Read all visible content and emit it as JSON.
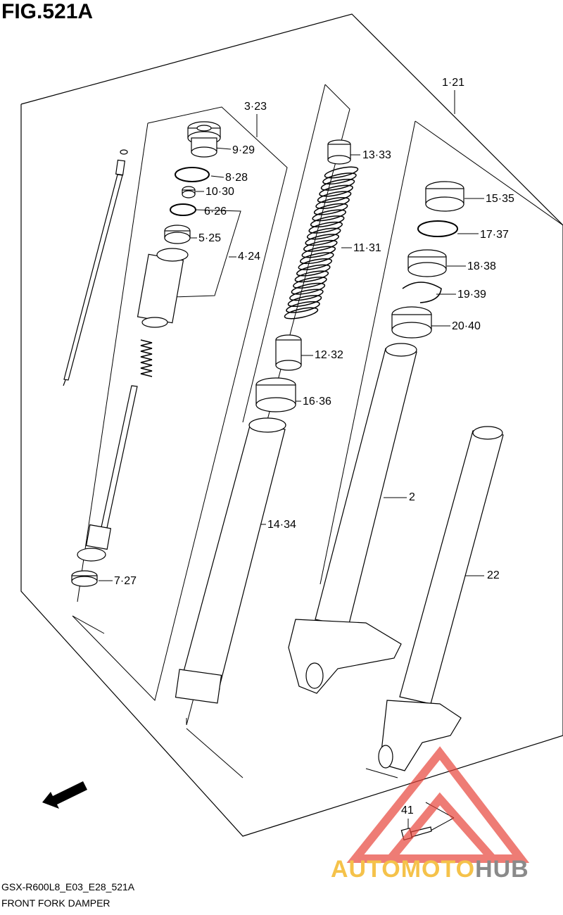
{
  "figure": {
    "title": "FIG.521A"
  },
  "callouts": [
    {
      "id": "c-1-21",
      "label": "1·21"
    },
    {
      "id": "c-3-23",
      "label": "3·23"
    },
    {
      "id": "c-9-29",
      "label": "9·29"
    },
    {
      "id": "c-8-28",
      "label": "8·28"
    },
    {
      "id": "c-10-30",
      "label": "10·30"
    },
    {
      "id": "c-6-26",
      "label": "6·26"
    },
    {
      "id": "c-5-25",
      "label": "5·25"
    },
    {
      "id": "c-4-24",
      "label": "4·24"
    },
    {
      "id": "c-7-27",
      "label": "7·27"
    },
    {
      "id": "c-13-33",
      "label": "13·33"
    },
    {
      "id": "c-11-31",
      "label": "11·31"
    },
    {
      "id": "c-12-32",
      "label": "12·32"
    },
    {
      "id": "c-16-36",
      "label": "16·36"
    },
    {
      "id": "c-14-34",
      "label": "14·34"
    },
    {
      "id": "c-15-35",
      "label": "15·35"
    },
    {
      "id": "c-17-37",
      "label": "17·37"
    },
    {
      "id": "c-18-38",
      "label": "18·38"
    },
    {
      "id": "c-19-39",
      "label": "19·39"
    },
    {
      "id": "c-20-40",
      "label": "20·40"
    },
    {
      "id": "c-2",
      "label": "2"
    },
    {
      "id": "c-22",
      "label": "22"
    },
    {
      "id": "c-41",
      "label": "41"
    }
  ],
  "direction_badge": {
    "label": "FWD"
  },
  "footer": {
    "model_code": "GSX-R600L8_E03_E28_521A",
    "caption": "FRONT FORK DAMPER"
  },
  "watermark": {
    "text_part1": "AUTOMOTO",
    "text_part2": "HUB",
    "color_part1": "#f5c24a",
    "color_part2": "#8a8a8a",
    "logo_color": "#e8463c"
  }
}
